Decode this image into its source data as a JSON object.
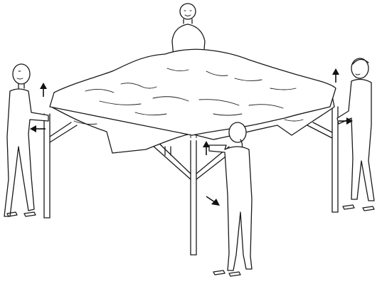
{
  "figure": {
    "subject": "canopy-tent-setup",
    "people_count": 4,
    "line_color": "#1a1a1a",
    "background_color": "#ffffff",
    "arrows": [
      {
        "name": "arrow-up-left-person",
        "direction": "up"
      },
      {
        "name": "arrow-left-left-person",
        "direction": "left"
      },
      {
        "name": "arrow-up-front-person",
        "direction": "up"
      },
      {
        "name": "arrow-diagonal-front-person",
        "direction": "down-right"
      },
      {
        "name": "arrow-up-right-person",
        "direction": "up"
      },
      {
        "name": "arrow-right-right-person",
        "direction": "right"
      }
    ]
  }
}
